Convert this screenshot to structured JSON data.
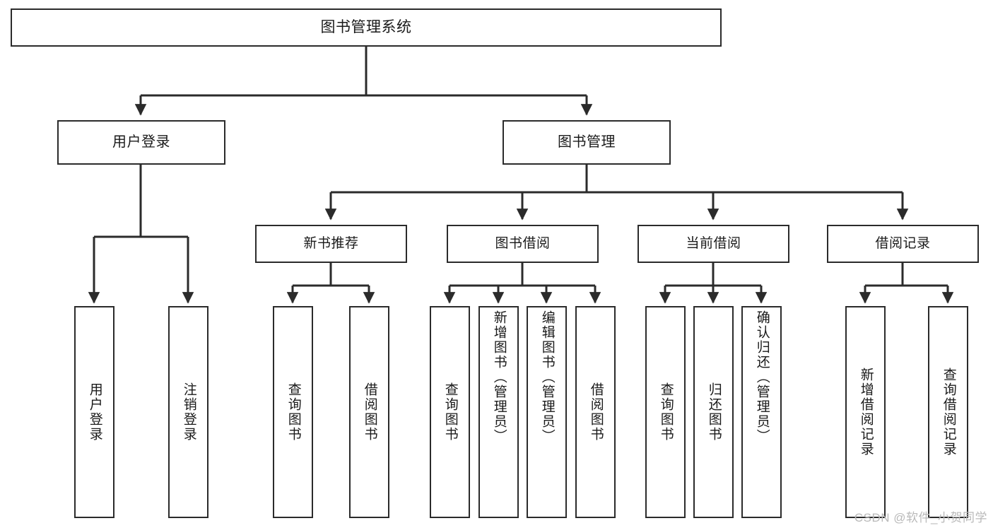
{
  "diagram": {
    "title": "图书管理系统",
    "type": "function-structure-tree",
    "colors": {
      "background": "#ffffff",
      "box_border": "#2b2b2b",
      "box_fill": "#ffffff",
      "connector": "#2b2b2b",
      "text": "#1a1a1a",
      "watermark": "#b9b9b9"
    },
    "root": {
      "label": "图书管理系统"
    },
    "level2": [
      {
        "label": "用户登录"
      },
      {
        "label": "图书管理"
      }
    ],
    "level3": [
      {
        "label": "新书推荐"
      },
      {
        "label": "图书借阅"
      },
      {
        "label": "当前借阅"
      },
      {
        "label": "借阅记录"
      }
    ],
    "leaves": {
      "user_login": [
        {
          "label": "用户登录"
        },
        {
          "label": "注销登录"
        }
      ],
      "new_book_recommend": [
        {
          "label": "查询图书"
        },
        {
          "label": "借阅图书"
        }
      ],
      "book_borrow": [
        {
          "label": "查询图书"
        },
        {
          "label": "新增图书（管理员）"
        },
        {
          "label": "编辑图书（管理员）"
        },
        {
          "label": "借阅图书"
        }
      ],
      "current_borrow": [
        {
          "label": "查询图书"
        },
        {
          "label": "归还图书"
        },
        {
          "label": "确认归还（管理员）"
        }
      ],
      "borrow_records": [
        {
          "label": "新增借阅记录"
        },
        {
          "label": "查询借阅记录"
        }
      ]
    },
    "watermark": "CSDN @软件_小贺同学"
  }
}
